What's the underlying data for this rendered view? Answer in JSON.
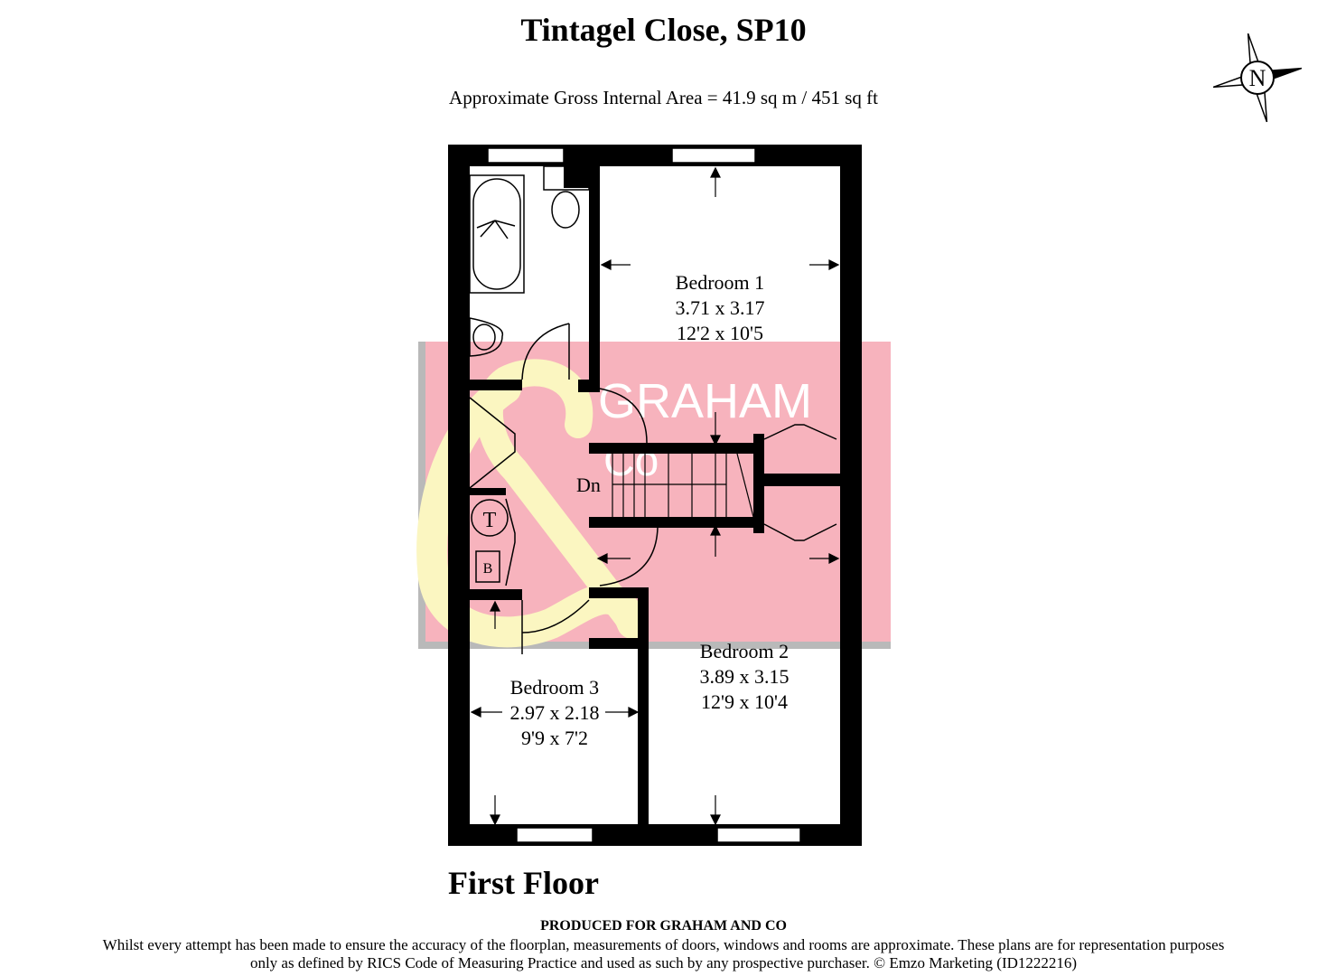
{
  "header": {
    "title": "Tintagel Close, SP10",
    "subtitle": "Approximate Gross Internal Area = 41.9 sq m / 451 sq ft"
  },
  "compass": {
    "label": "N"
  },
  "watermark": {
    "brand_line1": "GRAHAM",
    "brand_line2": "Co",
    "colors": {
      "panel": "#f7b3bd",
      "ampersand": "#fbf6c1"
    }
  },
  "rooms": [
    {
      "name": "Bedroom 1",
      "metric": "3.71 x 3.17",
      "imperial": "12'2 x 10'5"
    },
    {
      "name": "Bedroom 2",
      "metric": "3.89 x 3.15",
      "imperial": "12'9 x 10'4"
    },
    {
      "name": "Bedroom 3",
      "metric": "2.97 x 2.18",
      "imperial": "9'9 x 7'2"
    }
  ],
  "fixtures": {
    "stairs": "Dn",
    "tank": "T",
    "boiler": "B"
  },
  "floor": {
    "label": "First Floor"
  },
  "footer": {
    "produced": "PRODUCED FOR GRAHAM AND CO",
    "disclaimer": "Whilst every attempt has been made to ensure the accuracy of the floorplan, measurements of doors, windows and rooms are approximate. These plans are for representation purposes only as defined by RICS Code of Measuring Practice and used as such by any prospective purchaser. © Emzo Marketing (ID1222216)"
  }
}
